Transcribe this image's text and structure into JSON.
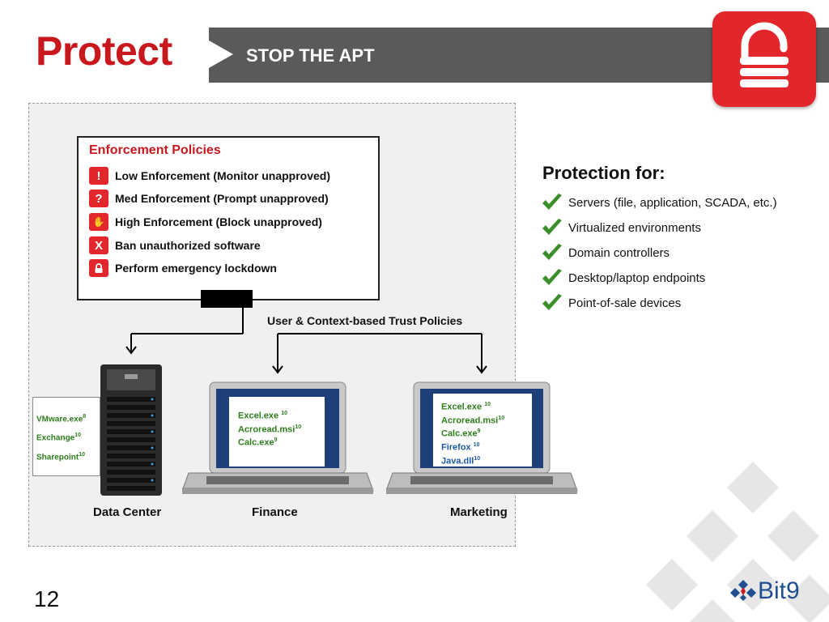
{
  "header": {
    "title": "Protect",
    "subtitle": "STOP THE APT",
    "lock_icon": "lock-icon"
  },
  "enforcement": {
    "title": "Enforcement Policies",
    "items": [
      {
        "icon": "!",
        "icon_name": "exclamation-icon",
        "label": "Low Enforcement (Monitor unapproved)"
      },
      {
        "icon": "?",
        "icon_name": "question-icon",
        "label": "Med Enforcement (Prompt unapproved)"
      },
      {
        "icon": "✋",
        "icon_name": "hand-stop-icon",
        "label": "High Enforcement (Block unapproved)"
      },
      {
        "icon": "X",
        "icon_name": "x-icon",
        "label": "Ban unauthorized software"
      },
      {
        "icon": "",
        "icon_name": "lock-icon",
        "label": "Perform emergency lockdown"
      }
    ]
  },
  "trust_label": "User & Context-based Trust Policies",
  "endpoints": {
    "datacenter": {
      "caption": "Data Center",
      "apps": [
        {
          "name": "VMware.exe",
          "sup": "8"
        },
        {
          "name": "Exchange",
          "sup": "10"
        },
        {
          "name": "Sharepoint",
          "sup": "10"
        }
      ]
    },
    "finance": {
      "caption": "Finance",
      "apps": [
        {
          "name": "Excel.exe ",
          "sup": "10"
        },
        {
          "name": "Acroread.msi",
          "sup": "10"
        },
        {
          "name": "Calc.exe",
          "sup": "9"
        }
      ]
    },
    "marketing": {
      "caption": "Marketing",
      "apps": [
        {
          "name": "Excel.exe ",
          "sup": "10"
        },
        {
          "name": "Acroread.msi",
          "sup": "10"
        },
        {
          "name": "Calc.exe",
          "sup": "9"
        },
        {
          "name": "Firefox ",
          "sup": "10"
        },
        {
          "name": "Java.dll",
          "sup": "10"
        }
      ]
    }
  },
  "protection": {
    "title": "Protection for:",
    "items": [
      "Servers (file, application, SCADA, etc.)",
      "Virtualized environments",
      "Domain controllers",
      "Desktop/laptop endpoints",
      "Point-of-sale devices"
    ]
  },
  "footer": {
    "page_number": "12",
    "logo_text": "Bit9"
  },
  "colors": {
    "brand_red": "#c8181e",
    "banner_gray": "#5a5a5a",
    "check_green": "#3a8f2a",
    "app_green": "#2e7d1b",
    "app_blue": "#1e5aa8",
    "logo_blue": "#1d4f91"
  }
}
